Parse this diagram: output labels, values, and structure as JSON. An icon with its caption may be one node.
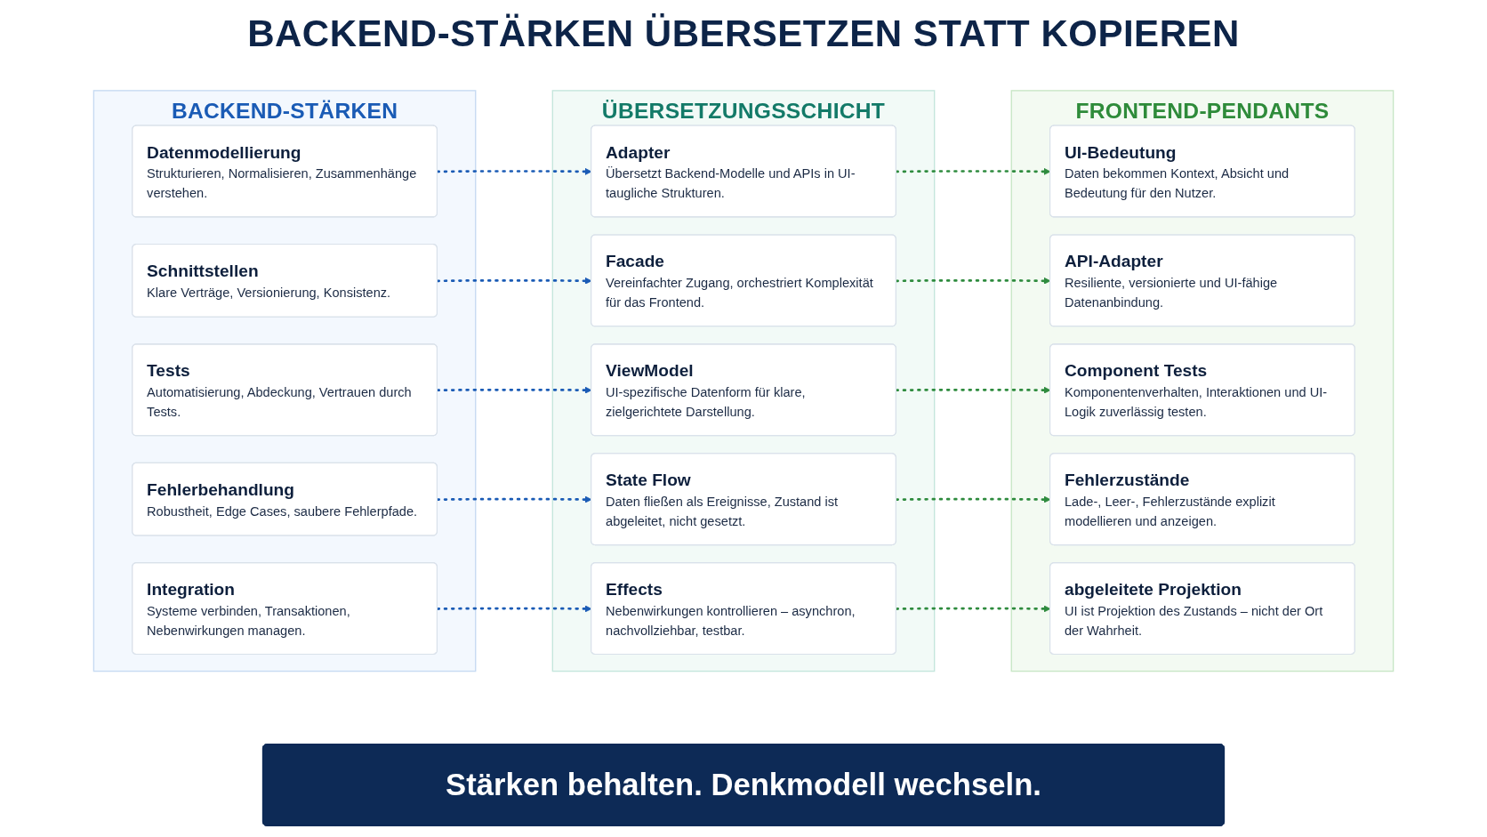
{
  "diagram": {
    "title": "BACKEND-STÄRKEN ÜBERSETZEN STATT KOPIEREN",
    "nodes": [
      {
        "text": [
          "BACKEND-STÄRKEN"
        ]
      },
      {
        "text": [
          "Datenmodellierung",
          "Strukturieren, Normalisieren, Zusammenhänge verstehen."
        ],
        "in": 0
      },
      {
        "text": [
          "Schnittstellen",
          "Klare Verträge, Versionierung, Konsistenz."
        ],
        "in": 0
      },
      {
        "text": [
          "Tests",
          "Automatisierung, Abdeckung, Vertrauen durch Tests."
        ],
        "in": 0
      },
      {
        "text": [
          "Fehlerbehandlung",
          "Robustheit, Edge Cases, saubere Fehlerpfade."
        ],
        "in": 0
      },
      {
        "text": [
          "Integration",
          "Systeme verbinden, Transaktionen, Nebenwirkungen managen."
        ],
        "in": 0
      },
      {
        "text": [
          "ÜBERSETZUNGSSCHICHT"
        ]
      },
      {
        "text": [
          "Adapter",
          "Übersetzt Backend-Modelle und APIs in UI-taugliche Strukturen."
        ],
        "in": 6
      },
      {
        "text": [
          "Facade",
          "Vereinfachter Zugang, orchestriert Komplexität für das Frontend."
        ],
        "in": 6
      },
      {
        "text": [
          "ViewModel",
          "UI-spezifische Datenform für klare, zielgerichtete Darstellung."
        ],
        "in": 6
      },
      {
        "text": [
          "State Flow",
          "Daten fließen als Ereignisse, Zustand ist abgeleitet, nicht gesetzt."
        ],
        "in": 6
      },
      {
        "text": [
          "Effects",
          "Nebenwirkungen kontrollieren – asynchron, nachvollziehbar, testbar."
        ],
        "in": 6
      },
      {
        "text": [
          "FRONTEND-PENDANTS"
        ]
      },
      {
        "text": [
          "UI-Bedeutung",
          "Daten bekommen Kontext, Absicht und Bedeutung für den Nutzer."
        ],
        "in": 12
      },
      {
        "text": [
          "API-Adapter",
          "Resiliente, versionierte und UI-fähige Datenanbindung."
        ],
        "in": 12
      },
      {
        "text": [
          "Component Tests",
          "Komponentenverhalten, Interaktionen und UI-Logik zuverlässig testen."
        ],
        "in": 12
      },
      {
        "text": [
          "Fehlerzustände",
          "Lade-, Leer-, Fehlerzustände explizit modellieren und anzeigen."
        ],
        "in": 12
      },
      {
        "text": [
          "abgeleitete Projektion",
          "UI ist Projektion des Zustands – nicht der Ort der Wahrheit."
        ],
        "in": 12
      },
      {
        "text": [
          "Stärken behalten. Denkmodell wechseln."
        ]
      }
    ],
    "edges": [
      {
        "from": 1,
        "to": 7,
        "arrow": "to",
        "style": "dashed",
        "color": "#1a5bb5"
      },
      {
        "from": 2,
        "to": 8,
        "arrow": "to",
        "style": "dashed",
        "color": "#1a5bb5"
      },
      {
        "from": 3,
        "to": 9,
        "arrow": "to",
        "style": "dashed",
        "color": "#1a5bb5"
      },
      {
        "from": 4,
        "to": 10,
        "arrow": "to",
        "style": "dashed",
        "color": "#1a5bb5"
      },
      {
        "from": 5,
        "to": 11,
        "arrow": "to",
        "style": "dashed",
        "color": "#1a5bb5"
      },
      {
        "from": 7,
        "to": 13,
        "arrow": "to",
        "style": "dashed",
        "color": "#2e8b3e"
      },
      {
        "from": 8,
        "to": 14,
        "arrow": "to",
        "style": "dashed",
        "color": "#2e8b3e"
      },
      {
        "from": 9,
        "to": 15,
        "arrow": "to",
        "style": "dashed",
        "color": "#2e8b3e"
      },
      {
        "from": 10,
        "to": 16,
        "arrow": "to",
        "style": "dashed",
        "color": "#2e8b3e"
      },
      {
        "from": 11,
        "to": 17,
        "arrow": "to",
        "style": "dashed",
        "color": "#2e8b3e"
      }
    ]
  }
}
